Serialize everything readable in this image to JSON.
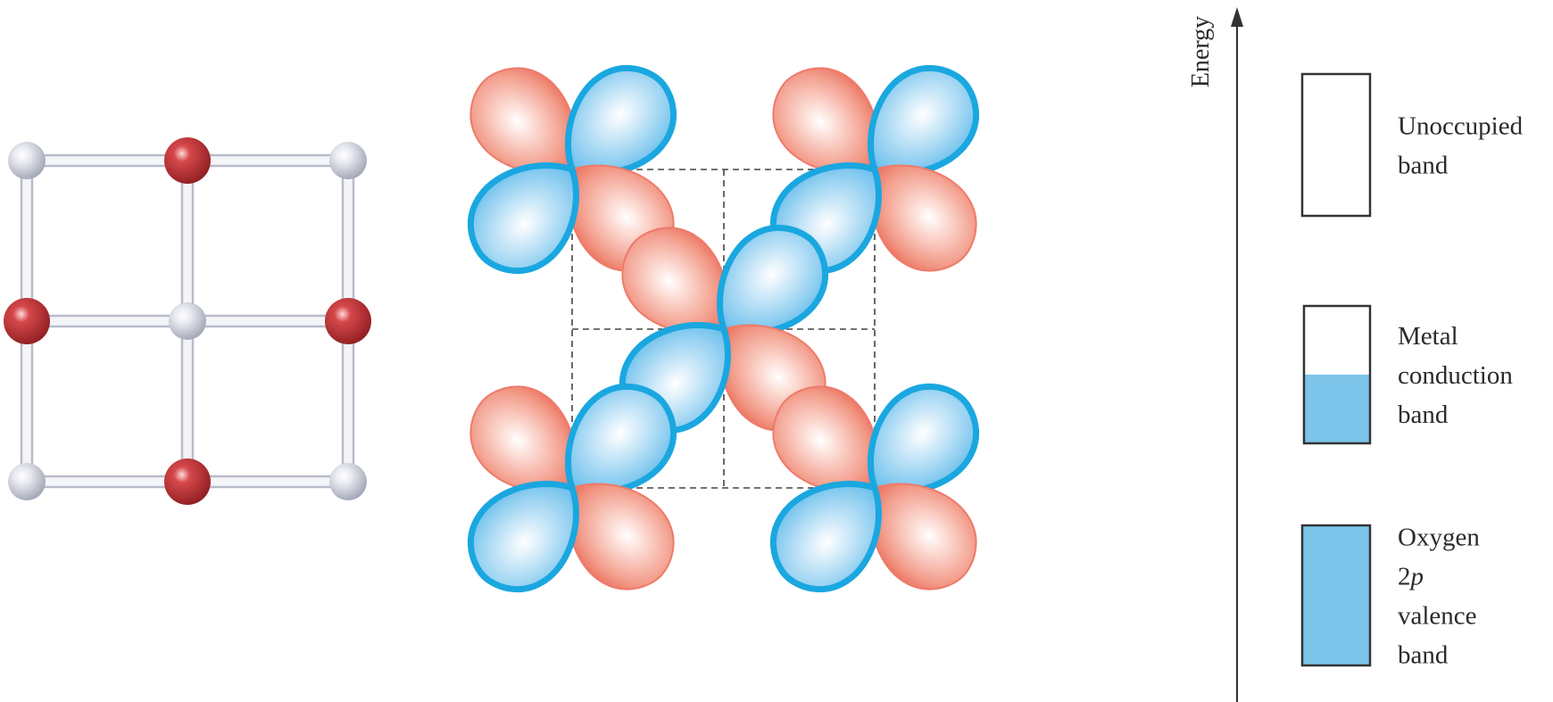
{
  "lattice": {
    "atoms": [
      {
        "row": 0,
        "col": 0,
        "type": "metal"
      },
      {
        "row": 0,
        "col": 1,
        "type": "oxygen"
      },
      {
        "row": 0,
        "col": 2,
        "type": "metal"
      },
      {
        "row": 1,
        "col": 0,
        "type": "oxygen"
      },
      {
        "row": 1,
        "col": 1,
        "type": "metal"
      },
      {
        "row": 1,
        "col": 2,
        "type": "oxygen"
      },
      {
        "row": 2,
        "col": 0,
        "type": "metal"
      },
      {
        "row": 2,
        "col": 1,
        "type": "oxygen"
      },
      {
        "row": 2,
        "col": 2,
        "type": "metal"
      }
    ],
    "colors": {
      "metal": "#cdd0dc",
      "oxygen": "#c83a3e",
      "bond": "#b9bcc9"
    }
  },
  "orbitals": {
    "colors": {
      "red": "#ee7a6a",
      "blue": "#1aa7e0"
    }
  },
  "energy_diagram": {
    "axis_label": "Energy",
    "bands": [
      {
        "id": "unoccupied",
        "label_lines": [
          "Unoccupied",
          "band"
        ],
        "fill_fraction": 0
      },
      {
        "id": "metal-conduction",
        "label_lines": [
          "Metal",
          "conduction",
          "band"
        ],
        "fill_fraction": 0.5
      },
      {
        "id": "oxygen-valence",
        "label_lines": [
          "Oxygen",
          "2p",
          "valence",
          "band"
        ],
        "fill_fraction": 1
      }
    ],
    "fill_color": "#7cc4ea",
    "outline_color": "#333333"
  }
}
